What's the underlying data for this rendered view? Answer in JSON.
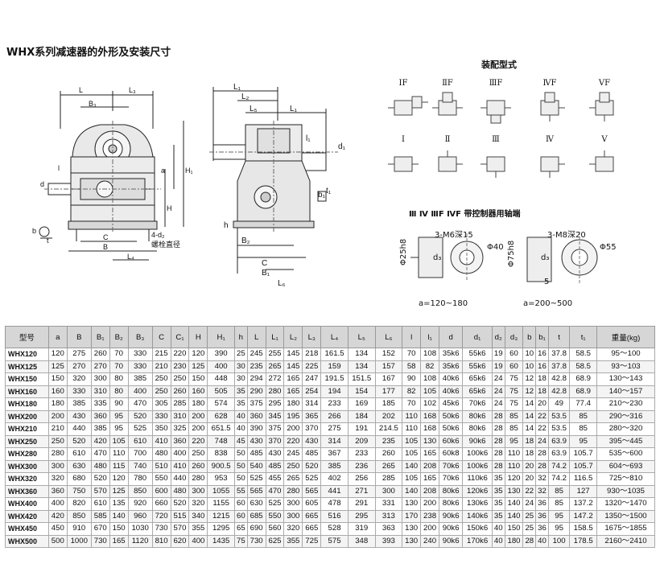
{
  "title": "WHX系列减速器的外形及安装尺寸",
  "assembly": {
    "title": "装配型式",
    "forms_top": [
      "ⅠF",
      "ⅡF",
      "ⅢF",
      "ⅣF",
      "ⅤF"
    ],
    "forms_bottom": [
      "Ⅰ",
      "Ⅱ",
      "Ⅲ",
      "Ⅳ",
      "Ⅴ"
    ],
    "controller_title": "Ⅲ Ⅳ ⅢF ⅣF 带控制器用轴端",
    "left_detail": {
      "thread": "3-M6深15",
      "dia": "Φ40",
      "shaft": "Φ25h8",
      "d3": "d₃",
      "range": "a=120~180"
    },
    "right_detail": {
      "thread": "3-M8深20",
      "dia": "Φ55",
      "shaft": "Φ75h8",
      "d3": "d₃",
      "dim5": "5",
      "range": "a=200~500"
    }
  },
  "front_view_labels": {
    "L": "L",
    "B3": "B₃",
    "L3": "L₃",
    "a": "a",
    "H1": "H₁",
    "H": "H",
    "d": "d",
    "l": "l",
    "b": "b",
    "t": "t",
    "C": "C",
    "B": "B",
    "L4": "L₄",
    "d2": "4-d₂",
    "bolt": "螺栓直径"
  },
  "side_view_labels": {
    "L1a": "L₁",
    "L2": "L₂",
    "L5": "L₅",
    "L1b": "L₁",
    "l1": "l₁",
    "d1": "d₁",
    "b1": "b₁",
    "t1": "t₁",
    "h": "h",
    "B2": "B₂",
    "C": "C",
    "B1": "B₁",
    "L6": "L₆"
  },
  "table": {
    "headers": [
      "型号",
      "a",
      "B",
      "B₁",
      "B₂",
      "B₃",
      "C",
      "C₁",
      "H",
      "H₁",
      "h",
      "L",
      "L₁",
      "L₂",
      "L₃",
      "L₄",
      "L₅",
      "L₆",
      "l",
      "l₁",
      "d",
      "d₁",
      "d₂",
      "d₃",
      "b",
      "b₁",
      "t",
      "t₁",
      "重量(kg)"
    ],
    "rows": [
      [
        "WHX120",
        "120",
        "275",
        "260",
        "70",
        "330",
        "215",
        "220",
        "120",
        "390",
        "25",
        "245",
        "255",
        "145",
        "218",
        "161.5",
        "134",
        "152",
        "70",
        "108",
        "35k6",
        "55k6",
        "19",
        "60",
        "10",
        "16",
        "37.8",
        "58.5",
        "95～100"
      ],
      [
        "WHX125",
        "125",
        "270",
        "270",
        "70",
        "330",
        "210",
        "230",
        "125",
        "400",
        "30",
        "235",
        "265",
        "145",
        "225",
        "159",
        "134",
        "157",
        "58",
        "82",
        "35k6",
        "55k6",
        "19",
        "60",
        "10",
        "16",
        "37.8",
        "58.5",
        "93～103"
      ],
      [
        "WHX150",
        "150",
        "320",
        "300",
        "80",
        "385",
        "250",
        "250",
        "150",
        "448",
        "30",
        "294",
        "272",
        "165",
        "247",
        "191.5",
        "151.5",
        "167",
        "90",
        "108",
        "40k6",
        "65k6",
        "24",
        "75",
        "12",
        "18",
        "42.8",
        "68.9",
        "130～143"
      ],
      [
        "WHX160",
        "160",
        "330",
        "310",
        "80",
        "400",
        "250",
        "260",
        "160",
        "505",
        "35",
        "290",
        "280",
        "165",
        "254",
        "194",
        "154",
        "177",
        "82",
        "105",
        "40k6",
        "65k6",
        "24",
        "75",
        "12",
        "18",
        "42.8",
        "68.9",
        "140～157"
      ],
      [
        "WHX180",
        "180",
        "385",
        "335",
        "90",
        "470",
        "305",
        "285",
        "180",
        "574",
        "35",
        "375",
        "295",
        "180",
        "314",
        "233",
        "169",
        "185",
        "70",
        "102",
        "45k6",
        "70k6",
        "24",
        "75",
        "14",
        "20",
        "49",
        "77.4",
        "210～230"
      ],
      [
        "WHX200",
        "200",
        "430",
        "360",
        "95",
        "520",
        "330",
        "310",
        "200",
        "628",
        "40",
        "360",
        "345",
        "195",
        "365",
        "266",
        "184",
        "202",
        "110",
        "168",
        "50k6",
        "80k6",
        "28",
        "85",
        "14",
        "22",
        "53.5",
        "85",
        "290～316"
      ],
      [
        "WHX210",
        "210",
        "440",
        "385",
        "95",
        "525",
        "350",
        "325",
        "200",
        "651.5",
        "40",
        "390",
        "375",
        "200",
        "370",
        "275",
        "191",
        "214.5",
        "110",
        "168",
        "50k6",
        "80k6",
        "28",
        "85",
        "14",
        "22",
        "53.5",
        "85",
        "280～320"
      ],
      [
        "WHX250",
        "250",
        "520",
        "420",
        "105",
        "610",
        "410",
        "360",
        "220",
        "748",
        "45",
        "430",
        "370",
        "220",
        "430",
        "314",
        "209",
        "235",
        "105",
        "130",
        "60k6",
        "90k6",
        "28",
        "95",
        "18",
        "24",
        "63.9",
        "95",
        "395～445"
      ],
      [
        "WHX280",
        "280",
        "610",
        "470",
        "110",
        "700",
        "480",
        "400",
        "250",
        "838",
        "50",
        "485",
        "430",
        "245",
        "485",
        "367",
        "233",
        "260",
        "105",
        "165",
        "60k8",
        "100k6",
        "28",
        "110",
        "18",
        "28",
        "63.9",
        "105.7",
        "535～600"
      ],
      [
        "WHX300",
        "300",
        "630",
        "480",
        "115",
        "740",
        "510",
        "410",
        "260",
        "900.5",
        "50",
        "540",
        "485",
        "250",
        "520",
        "385",
        "236",
        "265",
        "140",
        "208",
        "70k6",
        "100k6",
        "28",
        "110",
        "20",
        "28",
        "74.2",
        "105.7",
        "604～693"
      ],
      [
        "WHX320",
        "320",
        "680",
        "520",
        "120",
        "780",
        "550",
        "440",
        "280",
        "953",
        "50",
        "525",
        "455",
        "265",
        "525",
        "402",
        "256",
        "285",
        "105",
        "165",
        "70k6",
        "110k6",
        "35",
        "120",
        "20",
        "32",
        "74.2",
        "116.5",
        "725～810"
      ],
      [
        "WHX360",
        "360",
        "750",
        "570",
        "125",
        "850",
        "600",
        "480",
        "300",
        "1055",
        "55",
        "565",
        "470",
        "280",
        "565",
        "441",
        "271",
        "300",
        "140",
        "208",
        "80k6",
        "120k6",
        "35",
        "130",
        "22",
        "32",
        "85",
        "127",
        "930～1035"
      ],
      [
        "WHX400",
        "400",
        "820",
        "610",
        "135",
        "920",
        "660",
        "520",
        "320",
        "1155",
        "60",
        "630",
        "525",
        "300",
        "605",
        "478",
        "291",
        "331",
        "130",
        "200",
        "80k6",
        "130k6",
        "35",
        "140",
        "24",
        "36",
        "85",
        "137.2",
        "1320～1470"
      ],
      [
        "WHX420",
        "420",
        "850",
        "585",
        "140",
        "960",
        "720",
        "515",
        "340",
        "1215",
        "60",
        "685",
        "550",
        "300",
        "665",
        "516",
        "295",
        "313",
        "170",
        "238",
        "90k6",
        "140k6",
        "35",
        "140",
        "25",
        "36",
        "95",
        "147.2",
        "1350～1500"
      ],
      [
        "WHX450",
        "450",
        "910",
        "670",
        "150",
        "1030",
        "730",
        "570",
        "355",
        "1295",
        "65",
        "690",
        "560",
        "320",
        "665",
        "528",
        "319",
        "363",
        "130",
        "200",
        "90k6",
        "150k6",
        "40",
        "150",
        "25",
        "36",
        "95",
        "158.5",
        "1675～1855"
      ],
      [
        "WHX500",
        "500",
        "1000",
        "730",
        "165",
        "1120",
        "810",
        "620",
        "400",
        "1435",
        "75",
        "730",
        "625",
        "355",
        "725",
        "575",
        "348",
        "393",
        "130",
        "240",
        "90k6",
        "170k6",
        "40",
        "180",
        "28",
        "40",
        "100",
        "178.5",
        "2160～2410"
      ]
    ]
  }
}
